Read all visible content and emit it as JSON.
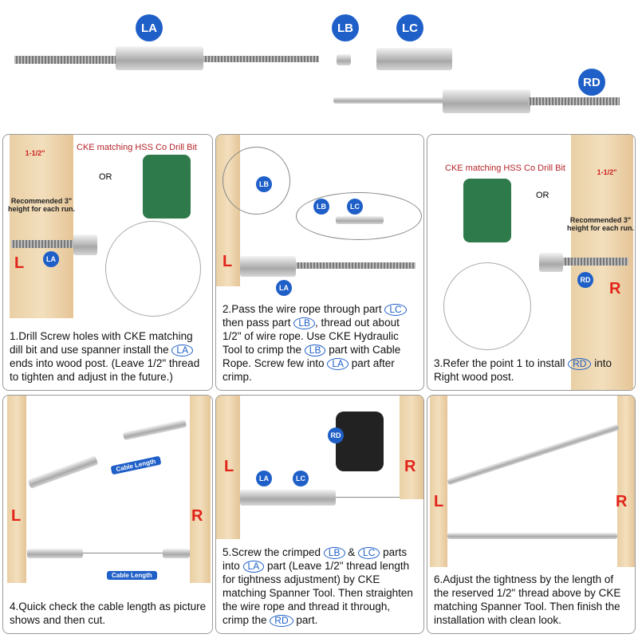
{
  "parts": {
    "la": "LA",
    "lb": "LB",
    "lc": "LC",
    "rd": "RD"
  },
  "common": {
    "drill_label": "CKE matching HSS Co Drill Bit",
    "or": "OR",
    "thread_len": "1-1/2\"",
    "recommend": "Recommended 3\" height for each run.",
    "left": "L",
    "right": "R",
    "cable_length": "Cable Length"
  },
  "steps": [
    {
      "seg": [
        "1.Drill Screw holes with CKE matching dill bit and use spanner install the ",
        "LA",
        " ends into wood post. (Leave 1/2\" thread to tighten and adjust in the future.)"
      ]
    },
    {
      "seg": [
        "2.Pass the wire rope through part ",
        "LC",
        " then pass part ",
        "LB",
        ", thread out about 1/2\" of wire rope. Use CKE Hydraulic Tool to crimp the ",
        "LB",
        " part with Cable Rope. Screw few into ",
        "LA",
        " part after crimp."
      ]
    },
    {
      "seg": [
        "3.Refer the point 1 to install ",
        "RD",
        " into Right wood post."
      ]
    },
    {
      "seg": [
        "4.Quick check the cable length as picture shows and then cut."
      ]
    },
    {
      "seg": [
        "5.Screw the crimped ",
        "LB",
        " & ",
        "LC",
        " parts into ",
        "LA",
        " part (Leave 1/2\" thread length for tightness adjustment) by CKE matching Spanner Tool. Then straighten the wire rope and thread it through, crimp the ",
        "RD",
        " part."
      ]
    },
    {
      "seg": [
        "6.Adjust the tightness by the length of the reserved 1/2\" thread above by CKE matching Spanner Tool. Then finish the installation with clean look."
      ]
    }
  ]
}
